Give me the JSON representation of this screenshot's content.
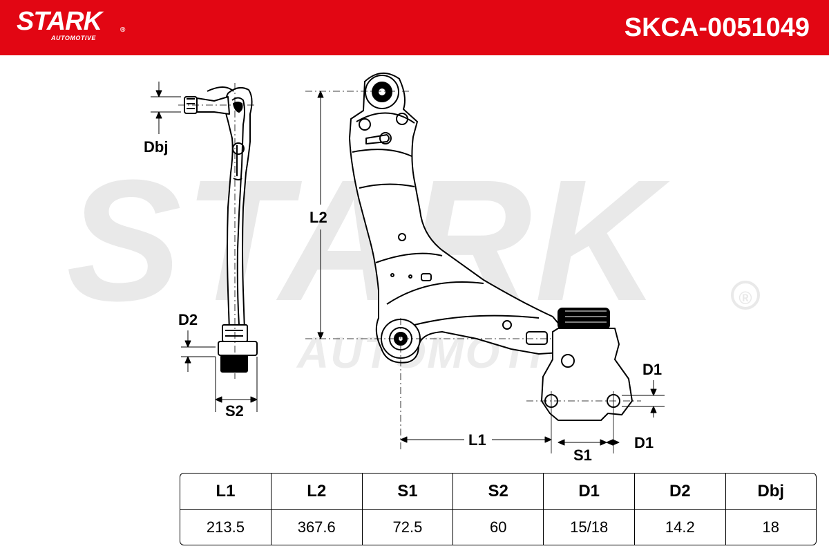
{
  "header": {
    "brand": "STARK",
    "brand_reg": "®",
    "brand_sub": "AUTOMOTIVE",
    "part_number": "SKCA-0051049",
    "color": "#e20613"
  },
  "watermark": {
    "main": "STARK",
    "reg": "®",
    "sub": "AUTOMOTIVE"
  },
  "labels": {
    "dbj": "Dbj",
    "d2": "D2",
    "s2": "S2",
    "l2": "L2",
    "d1_top": "D1",
    "l1": "L1",
    "s1": "S1",
    "d1_bottom": "D1"
  },
  "table": {
    "headers": [
      "L1",
      "L2",
      "S1",
      "S2",
      "D1",
      "D2",
      "Dbj"
    ],
    "values": [
      "213.5",
      "367.6",
      "72.5",
      "60",
      "15/18",
      "14.2",
      "18"
    ]
  }
}
